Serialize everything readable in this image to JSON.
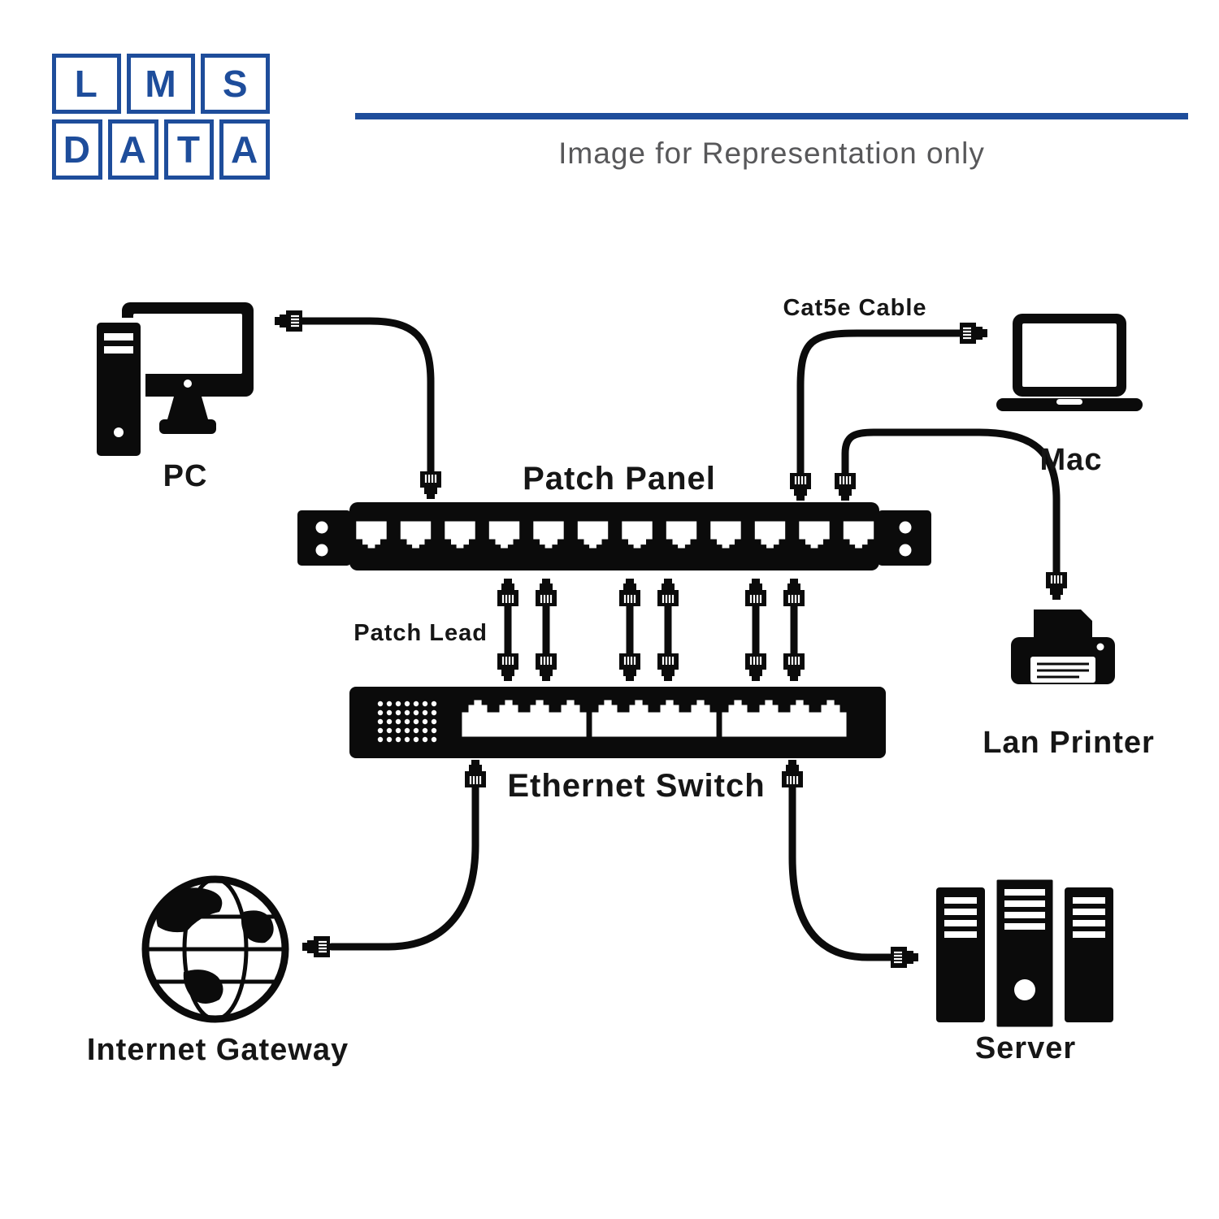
{
  "logo": {
    "row1": [
      "L",
      "M",
      "S"
    ],
    "row2": [
      "D",
      "A",
      "T",
      "A"
    ]
  },
  "brand_color": "#1e4d9b",
  "header": {
    "tagline": "Image for Representation only"
  },
  "diagram": {
    "labels": {
      "pc": "PC",
      "mac": "Mac",
      "patch_panel": "Patch Panel",
      "cat5e": "Cat5e Cable",
      "patch_lead": "Patch Lead",
      "ethernet_switch": "Ethernet Switch",
      "lan_printer": "Lan Printer",
      "internet_gateway": "Internet Gateway",
      "server": "Server"
    },
    "devices": [
      "PC",
      "Mac",
      "Patch Panel",
      "Ethernet Switch",
      "Lan Printer",
      "Internet Gateway",
      "Server"
    ],
    "patch_panel": {
      "ports": 12,
      "mounting_ears": 2
    },
    "ethernet_switch": {
      "ports": 12,
      "port_groups": 3
    },
    "patch_leads": 6,
    "connections": [
      {
        "from": "PC",
        "to": "Patch Panel",
        "cable": "Cat5e Cable"
      },
      {
        "from": "Patch Panel",
        "to": "Mac",
        "cable": "Cat5e Cable"
      },
      {
        "from": "Patch Panel",
        "to": "Lan Printer",
        "cable": "Cat5e Cable"
      },
      {
        "from": "Patch Panel",
        "to": "Ethernet Switch",
        "cable": "Patch Lead"
      },
      {
        "from": "Ethernet Switch",
        "to": "Internet Gateway",
        "cable": "Cat5e Cable"
      },
      {
        "from": "Ethernet Switch",
        "to": "Server",
        "cable": "Cat5e Cable"
      }
    ]
  }
}
